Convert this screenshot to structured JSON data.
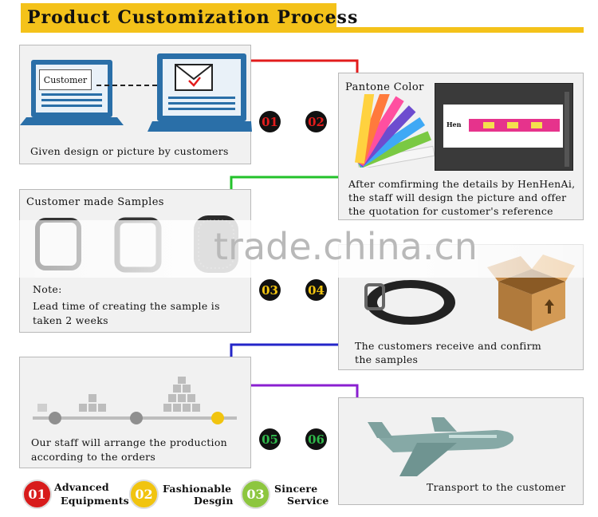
{
  "header": {
    "title": "Product Customization Process"
  },
  "steps": {
    "s1": {
      "number": "01",
      "label": "Customer",
      "caption": "Given design or picture by customers"
    },
    "s2": {
      "number": "02",
      "title": "Pantone Color",
      "caption_lines": [
        "After comfirming the details by HenHenAi,",
        "the staff will design the picture and offer",
        "the quotation for customer's reference"
      ],
      "screen_text": "Hen"
    },
    "s3": {
      "number": "03",
      "title": "Customer made Samples",
      "note_label": "Note:",
      "note_lines": [
        "Lead time of creating the sample is",
        "taken 2 weeks"
      ]
    },
    "s4": {
      "number": "04",
      "caption_lines": [
        "The customers receive and confirm",
        "the samples"
      ]
    },
    "s5": {
      "number": "05",
      "caption_lines": [
        "Our staff will arrange the production",
        "according to the orders"
      ]
    },
    "s6": {
      "number": "06",
      "caption": "Transport to the customer"
    }
  },
  "watermark": "trade.china.cn",
  "features": [
    {
      "number": "01",
      "line1": "Advanced",
      "line2": "Equipments",
      "color": "#d81b1b"
    },
    {
      "number": "02",
      "line1": "Fashionable",
      "line2": "Desgin",
      "color": "#f1c40f"
    },
    {
      "number": "03",
      "line1": "Sincere",
      "line2": "Service",
      "color": "#8dc63f"
    }
  ],
  "colors": {
    "accent": "#f4c21a",
    "red_line": "#e21c1c",
    "green_line": "#22c22a",
    "blue_line": "#2426c8",
    "purple_line": "#8a1fd0",
    "laptop": "#2a6fa8"
  }
}
